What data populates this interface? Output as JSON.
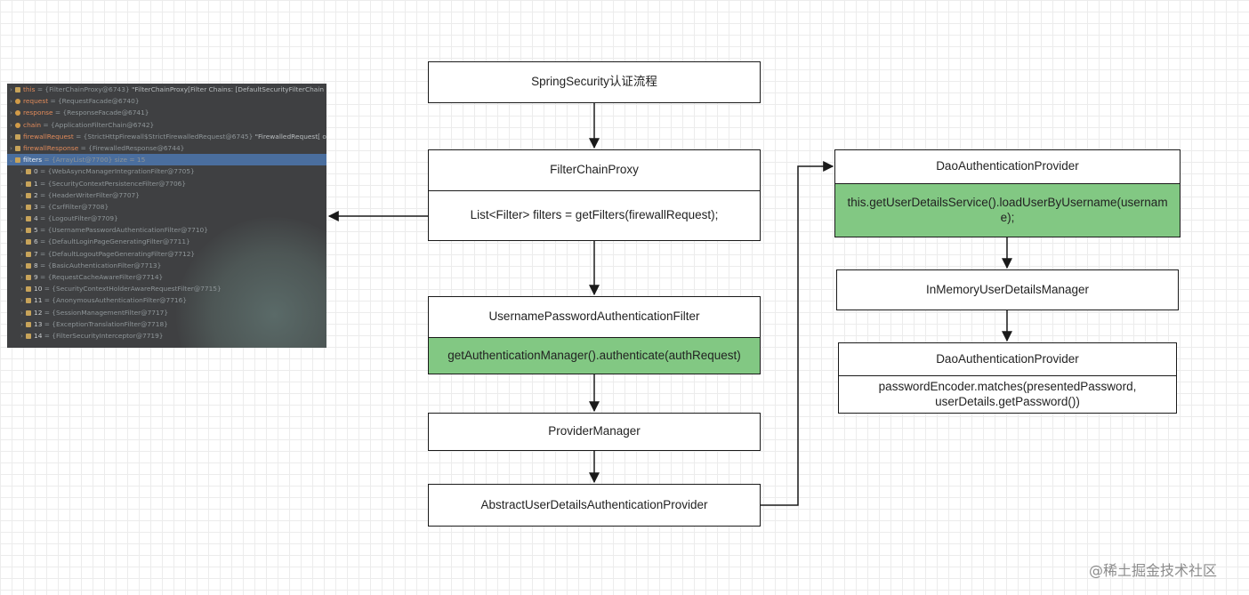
{
  "diagram": {
    "title": "SpringSecurity认证流程",
    "filter_chain_proxy": {
      "title": "FilterChainProxy",
      "body": "List<Filter> filters = getFilters(firewallRequest);"
    },
    "upaf": {
      "title": "UsernamePasswordAuthenticationFilter",
      "body": "getAuthenticationManager().authenticate(authRequest)"
    },
    "provider_manager": {
      "title": "ProviderManager"
    },
    "abstract_provider": {
      "title": "AbstractUserDetailsAuthenticationProvider"
    },
    "dao_provider_1": {
      "title": "DaoAuthenticationProvider",
      "body": "this.getUserDetailsService().loadUserByUsername(username);"
    },
    "inmemory": {
      "title": "InMemoryUserDetailsManager"
    },
    "dao_provider_2": {
      "title": "DaoAuthenticationProvider",
      "body_line1": "passwordEncoder.matches(presentedPassword,",
      "body_line2": "userDetails.getPassword())"
    }
  },
  "debugger": {
    "rows": [
      {
        "name": "this",
        "value": " = {FilterChainProxy@6743} ",
        "string": "\"FilterChainProxy[Filter Chains: [DefaultSecurityFilterChain [Reque…\""
      },
      {
        "name": "request",
        "value": " = {RequestFacade@6740}",
        "string": ""
      },
      {
        "name": "response",
        "value": " = {ResponseFacade@6741}",
        "string": ""
      },
      {
        "name": "chain",
        "value": " = {ApplicationFilterChain@6742}",
        "string": ""
      },
      {
        "name": "firewallRequest",
        "value": " = {StrictHttpFirewall$StrictFirewalledRequest@6745} ",
        "string": "\"FirewalledRequest[ org.apache.catalina\""
      },
      {
        "name": "firewallResponse",
        "value": " = {FirewalledResponse@6744}",
        "string": ""
      },
      {
        "name": "filters",
        "value": " = {ArrayList@7700}  size = 15",
        "string": ""
      }
    ],
    "children": [
      {
        "name": "0",
        "value": " = {WebAsyncManagerIntegrationFilter@7705}"
      },
      {
        "name": "1",
        "value": " = {SecurityContextPersistenceFilter@7706}"
      },
      {
        "name": "2",
        "value": " = {HeaderWriterFilter@7707}"
      },
      {
        "name": "3",
        "value": " = {CsrfFilter@7708}"
      },
      {
        "name": "4",
        "value": " = {LogoutFilter@7709}"
      },
      {
        "name": "5",
        "value": " = {UsernamePasswordAuthenticationFilter@7710}"
      },
      {
        "name": "6",
        "value": " = {DefaultLoginPageGeneratingFilter@7711}"
      },
      {
        "name": "7",
        "value": " = {DefaultLogoutPageGeneratingFilter@7712}"
      },
      {
        "name": "8",
        "value": " = {BasicAuthenticationFilter@7713}"
      },
      {
        "name": "9",
        "value": " = {RequestCacheAwareFilter@7714}"
      },
      {
        "name": "10",
        "value": " = {SecurityContextHolderAwareRequestFilter@7715}"
      },
      {
        "name": "11",
        "value": " = {AnonymousAuthenticationFilter@7716}"
      },
      {
        "name": "12",
        "value": " = {SessionManagementFilter@7717}"
      },
      {
        "name": "13",
        "value": " = {ExceptionTranslationFilter@7718}"
      },
      {
        "name": "14",
        "value": " = {FilterSecurityInterceptor@7719}"
      }
    ]
  },
  "watermark": "@稀土掘金技术社区"
}
